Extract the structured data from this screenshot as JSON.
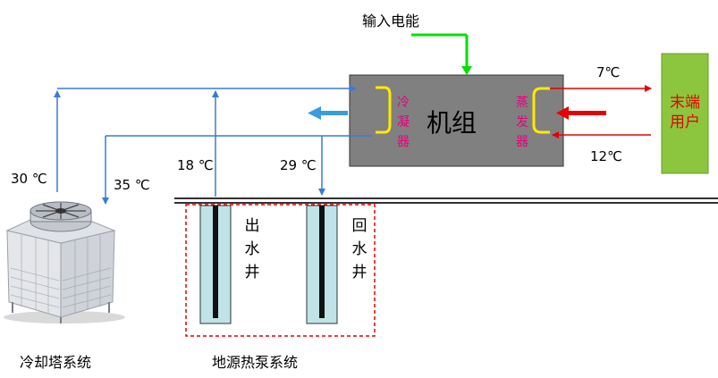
{
  "labels": {
    "power_input": "输入电能",
    "unit": "机组",
    "condenser": "冷凝器",
    "evaporator": "蒸发器",
    "end_user": "末端用户",
    "out_well": "出水井",
    "return_well": "回水井",
    "cooling_tower_system": "冷却塔系统",
    "ground_source_system": "地源热泵系统"
  },
  "temperatures": {
    "supply": "7℃",
    "return": "12℃",
    "tower_out": "30 ℃",
    "tower_in": "35 ℃",
    "well_out": "18 ℃",
    "well_return": "29 ℃"
  },
  "colors": {
    "unit_fill": "#808080",
    "user_fill": "#8cc63f",
    "pipe_blue": "#3a7bd5",
    "pipe_red": "#e60000",
    "power_green": "#00e000",
    "coil_yellow": "#ffea00",
    "well_fill": "#bfe3e6",
    "boundary_red": "#e60000",
    "label_pink": "#e6007e"
  },
  "icons": {
    "cooling_tower": "cooling-tower-icon"
  }
}
